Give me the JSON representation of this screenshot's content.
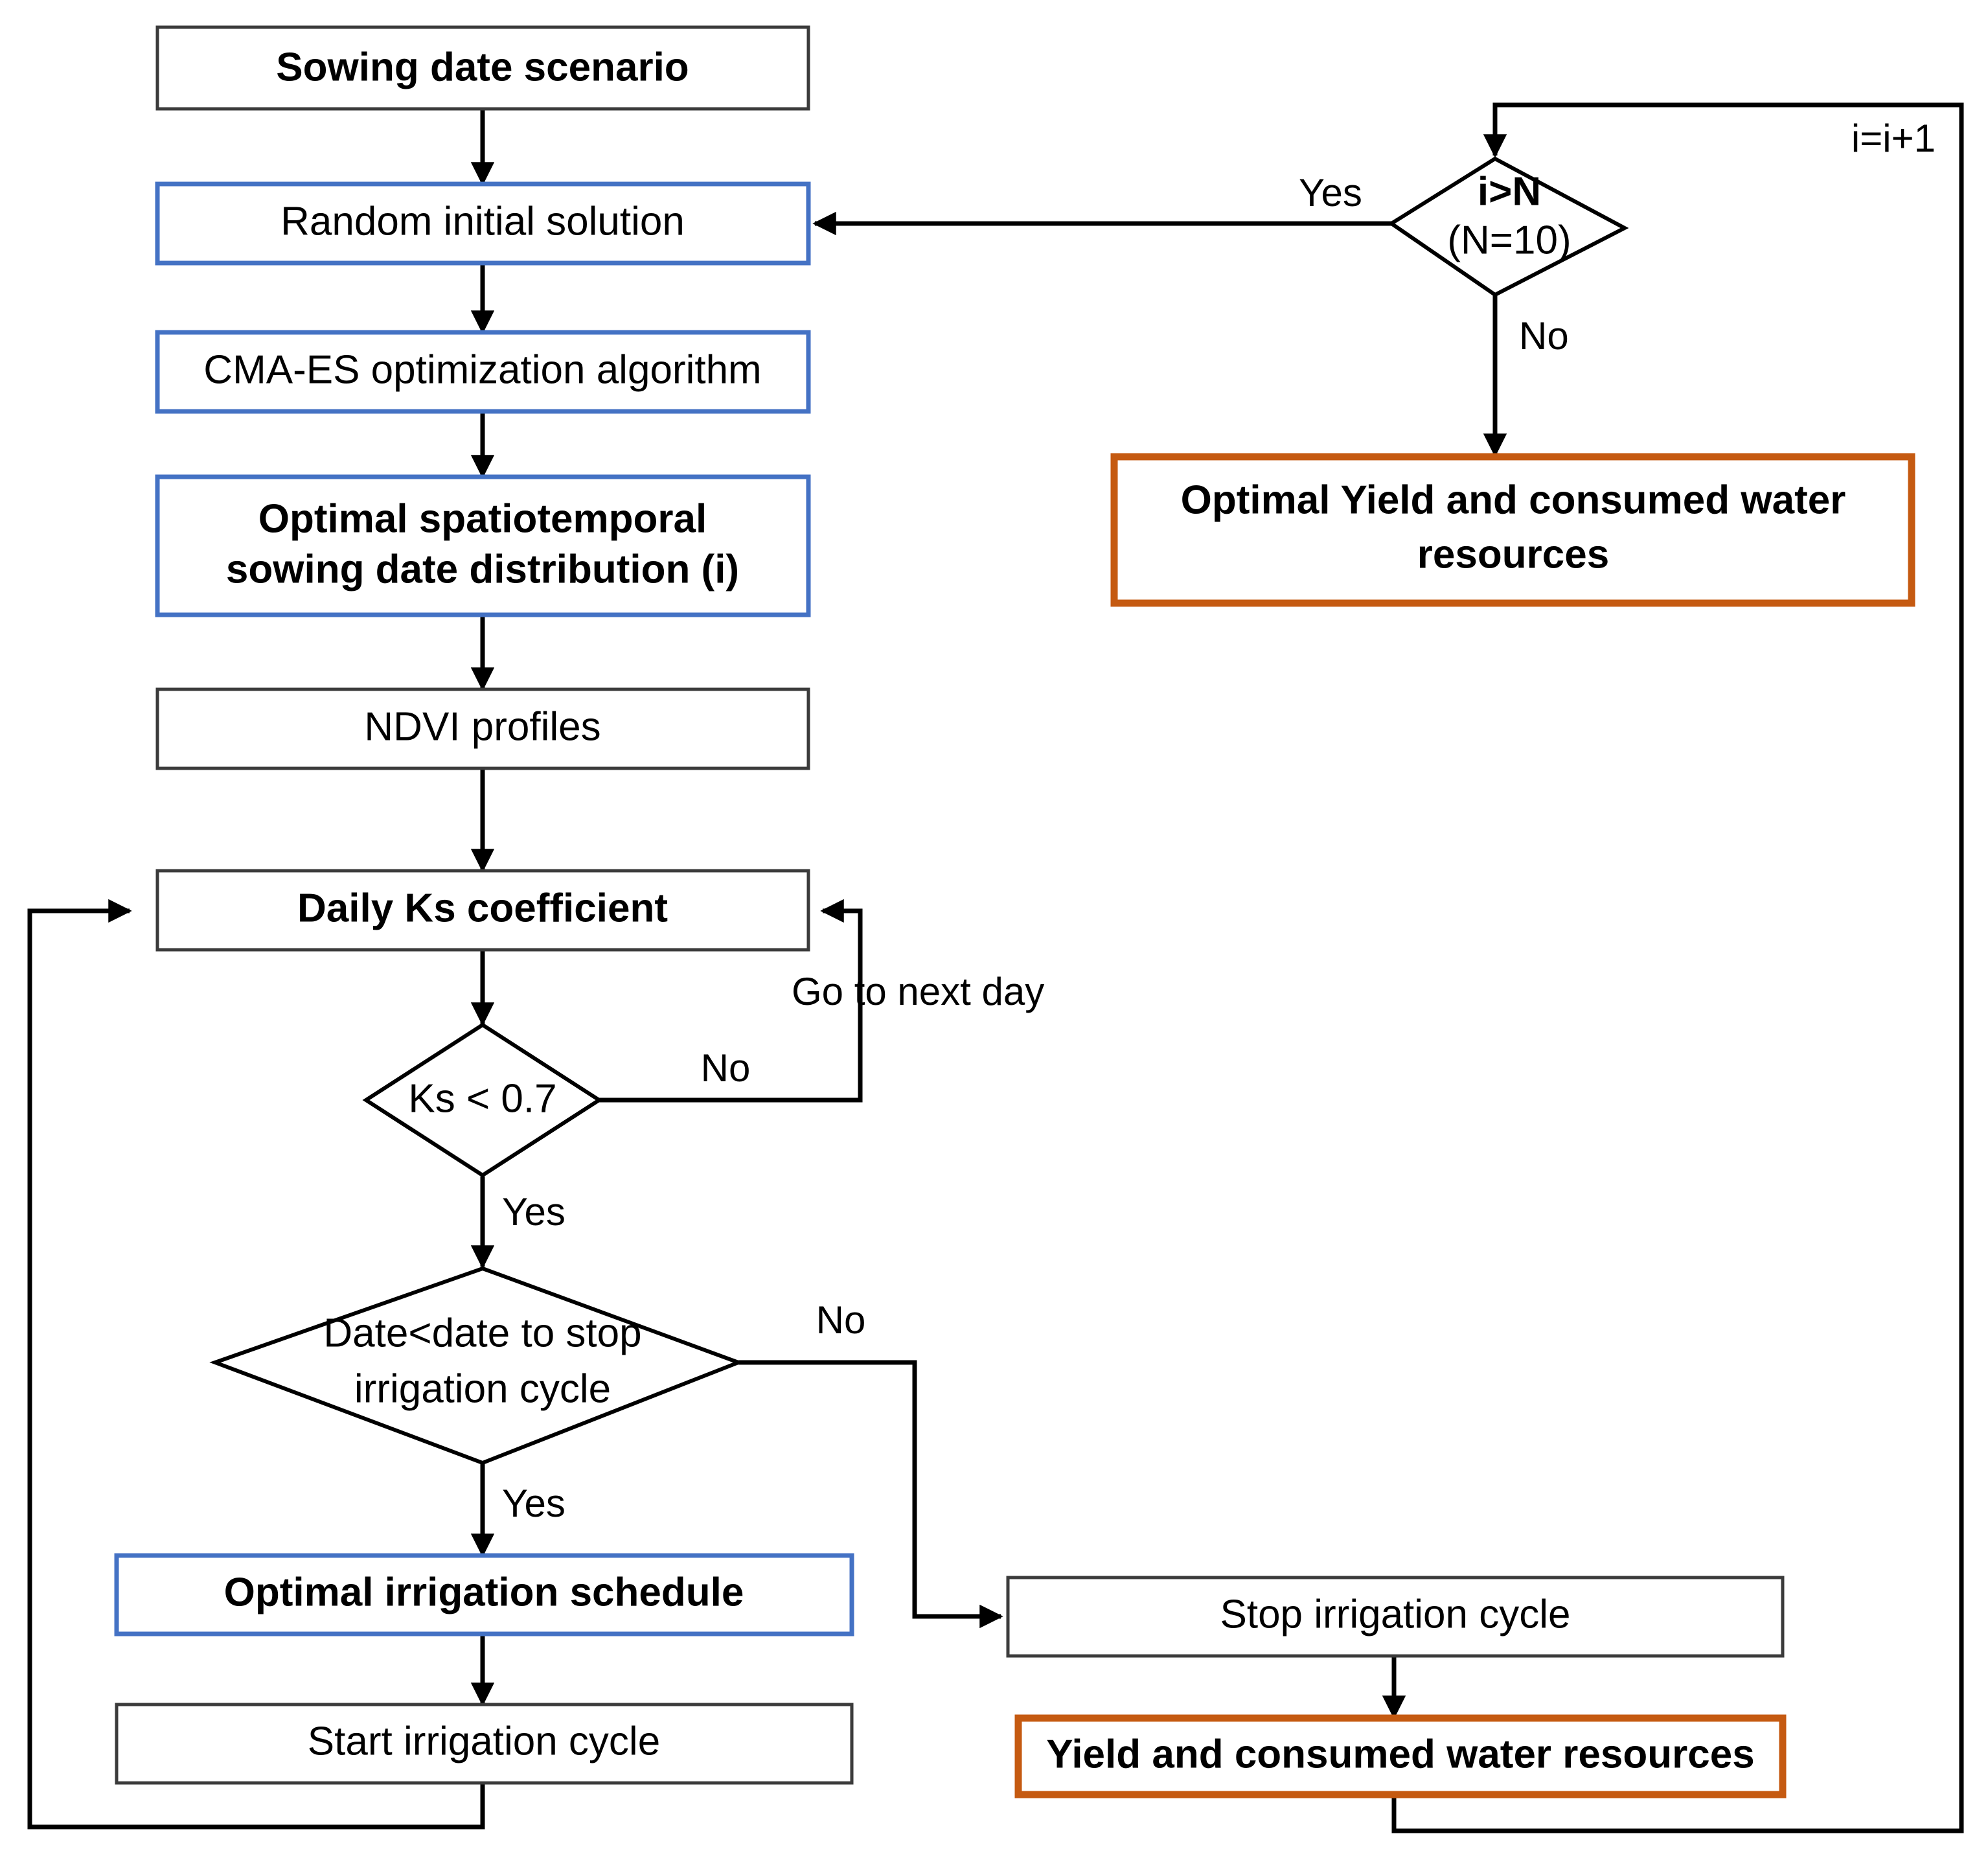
{
  "diagram": {
    "title": "Sowing date and irrigation optimization flowchart",
    "colors": {
      "blue": "#4472C4",
      "orange": "#C55A11",
      "black": "#000000",
      "gray": "#3B3B3B",
      "white": "#FFFFFF"
    },
    "nodes": {
      "sowing_date_scenario": "Sowing date scenario",
      "random_initial_solution": "Random initial solution",
      "cmaes_optimization_algorithm": "CMA-ES optimization algorithm",
      "optimal_spatiotemporal_line1": "Optimal spatiotemporal",
      "optimal_spatiotemporal_line2": "sowing date distribution (i)",
      "ndvi_profiles": "NDVI profiles",
      "daily_ks_coefficient": "Daily Ks coefficient",
      "ks_decision": "Ks < 0.7",
      "date_decision_line1": "Date<date to stop",
      "date_decision_line2": "irrigation cycle",
      "optimal_irrigation_schedule": "Optimal irrigation schedule",
      "start_irrigation_cycle": "Start irrigation cycle",
      "stop_irrigation_cycle": "Stop irrigation cycle",
      "yield_and_water": "Yield and consumed water resources",
      "iteration_decision_line1": "i>N",
      "iteration_decision_line2": "(N=10)",
      "optimal_yield_line1": "Optimal Yield and consumed water",
      "optimal_yield_line2": "resources"
    },
    "edge_labels": {
      "iteration_yes": "Yes",
      "iteration_no": "No",
      "increment": "i=i+1",
      "ks_no": "No",
      "go_to_next_day": "Go to next day",
      "ks_yes": "Yes",
      "date_no": "No",
      "date_yes": "Yes"
    }
  }
}
